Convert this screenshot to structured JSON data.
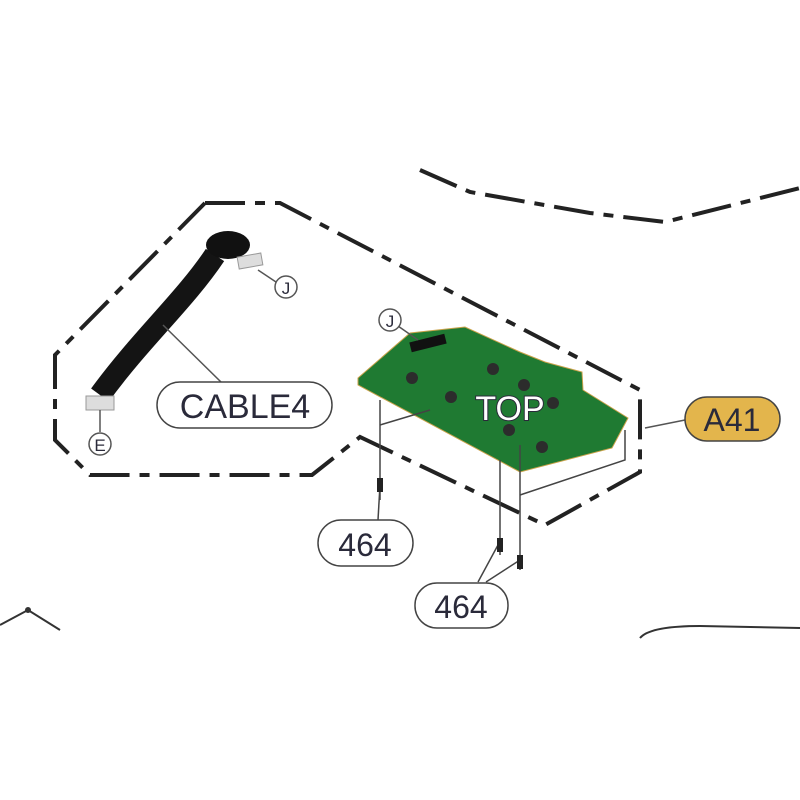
{
  "diagram": {
    "callouts": {
      "cable": "CABLE4",
      "assembly": "A41",
      "screw_left": "464",
      "screw_right": "464",
      "board_face": "TOP"
    },
    "connectors": {
      "cable_top": "J",
      "cable_bottom": "E",
      "board": "J"
    },
    "colors": {
      "assembly_badge": "#e3b54c",
      "pcb": "#1f7a32",
      "cable": "#141414"
    }
  }
}
